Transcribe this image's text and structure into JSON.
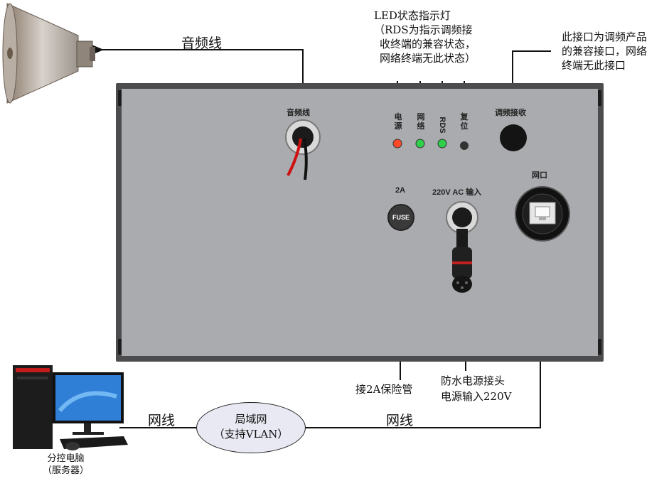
{
  "callouts": {
    "audio_line_top": "音频线",
    "led_title": "LED状态指示灯",
    "led_note_1": "（RDS为指示调频接",
    "led_note_2": "收终端的兼容状态，",
    "led_note_3": "网络终端无此状态）",
    "fm_note_1": "此接口为调频产品",
    "fm_note_2": "的兼容接口，网络",
    "fm_note_3": "终端无此接口",
    "fuse_note": "接2A保险管",
    "power_note_1": "防水电源接头",
    "power_note_2": "电源输入220V",
    "net_left": "网线",
    "net_right": "网线",
    "lan_1": "局域网",
    "lan_2": "（支持VLAN）",
    "pc_1": "分控电脑",
    "pc_2": "（服务器）"
  },
  "panel": {
    "audio_port": "音频线",
    "led_power": "电源",
    "led_network": "网络",
    "led_rds": "RDS",
    "led_reset": "复位",
    "fm_port": "调频接收",
    "fuse_rating": "2A",
    "fuse_text": "FUSE",
    "power_input": "220V AC 输入",
    "net_port": "网口"
  },
  "colors": {
    "panel": "#a9abae",
    "led_power": "#ff4a2a",
    "led_network": "#2fcf4a",
    "led_rds": "#2fcf4a",
    "led_reset": "#333333"
  }
}
